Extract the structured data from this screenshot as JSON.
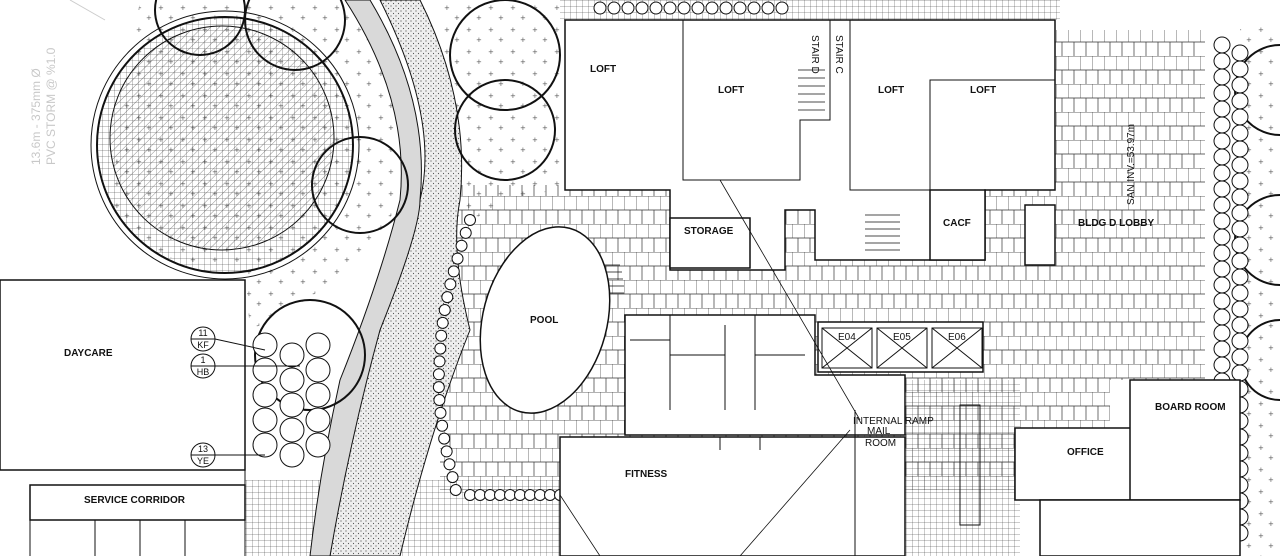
{
  "labels": {
    "loft_1": "LOFT",
    "loft_2": "LOFT",
    "loft_3": "LOFT",
    "loft_4": "LOFT",
    "stair_d": "STAIR D",
    "stair_c": "STAIR C",
    "storage": "STORAGE",
    "cacf": "CACF",
    "lobby": "BLDG D LOBBY",
    "pool": "POOL",
    "daycare": "DAYCARE",
    "service_corridor": "SERVICE CORRIDOR",
    "fitness": "FITNESS",
    "internal_ramp": "INTERNAL RAMP",
    "mail_room_1": "MAIL",
    "mail_room_2": "ROOM",
    "office": "OFFICE",
    "board_room": "BOARD ROOM",
    "elevators": [
      "E04",
      "E05",
      "E06"
    ]
  },
  "annotations": {
    "storm_line_1": "13.6m - 375mm Ø",
    "storm_line_2": "PVC STORM @ %1.0",
    "san_inv": "SAN INV.=53.97m"
  },
  "plant_tags": [
    {
      "count": "11",
      "code": "KF"
    },
    {
      "count": "1",
      "code": "HB"
    },
    {
      "count": "13",
      "code": "YE"
    }
  ],
  "colors": {
    "line": "#111111",
    "path_fill": "#d9d9d9",
    "annotation": "#c8c8c8"
  }
}
